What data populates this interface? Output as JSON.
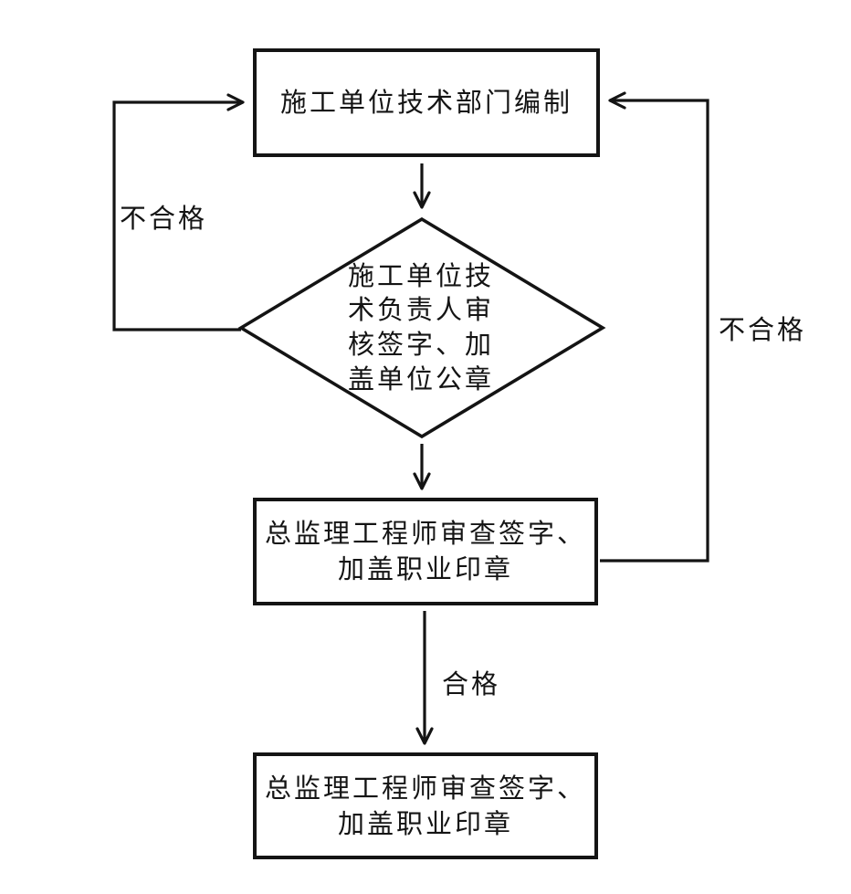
{
  "diagram": {
    "background": "#ffffff",
    "line_color": "#141414",
    "nodes": {
      "compile": {
        "type": "process",
        "label": "施工单位技术部门编制"
      },
      "unit_review": {
        "type": "decision",
        "label": "施工单位技\n术负责人审\n核签字、加\n盖单位公章"
      },
      "chief_review": {
        "type": "process",
        "label": "总监理工程师审查签字、\n加盖职业印章"
      },
      "final": {
        "type": "process",
        "label": "总监理工程师审查签字、\n加盖职业印章"
      }
    },
    "edge_labels": {
      "fail_left": "不合格",
      "fail_right": "不合格",
      "pass": "合格"
    }
  }
}
